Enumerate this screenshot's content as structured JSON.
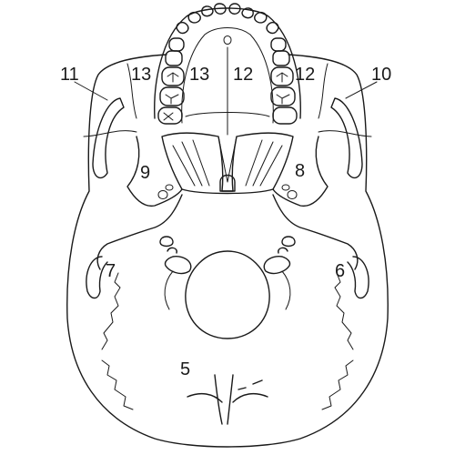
{
  "diagram": {
    "labels": {
      "l5": "5",
      "l6": "6",
      "l7": "7",
      "l8": "8",
      "l9": "9",
      "l10": "10",
      "l11": "11",
      "l12a": "12",
      "l12b": "12",
      "l13a": "13",
      "l13b": "13"
    },
    "colors": {
      "line": "#1a1a1a",
      "background": "#ffffff"
    }
  }
}
